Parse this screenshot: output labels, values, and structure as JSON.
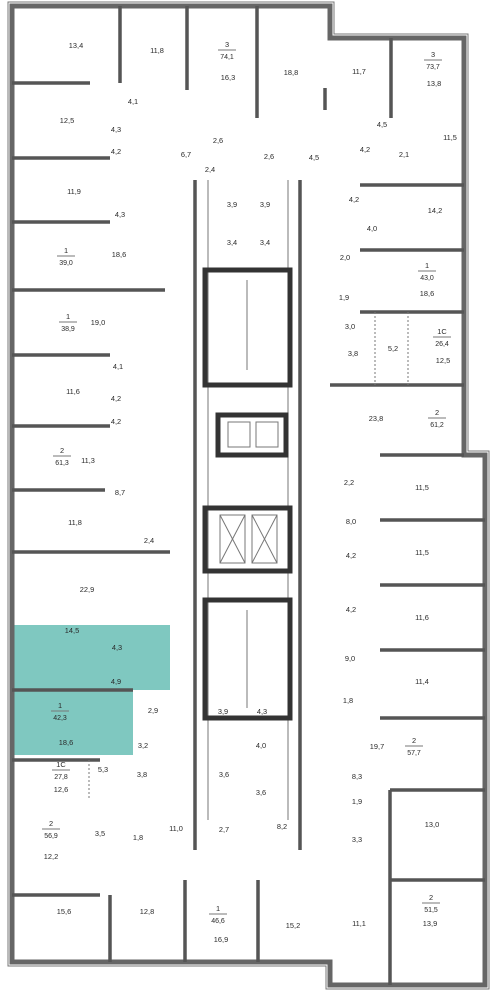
{
  "colors": {
    "highlight": "#7fc8c0",
    "wall": "#555555",
    "text": "#2a2a2a"
  },
  "rooms": [
    {
      "id": "r1",
      "label": "13,4"
    },
    {
      "id": "r2",
      "label": "11,8"
    },
    {
      "id": "r3",
      "label": "16,3"
    },
    {
      "id": "r4",
      "label": "18,8"
    },
    {
      "id": "r5",
      "label": "11,7"
    },
    {
      "id": "r6",
      "label": "13,8"
    },
    {
      "id": "r7",
      "label": "4,1"
    },
    {
      "id": "r8",
      "label": "12,5"
    },
    {
      "id": "r9",
      "label": "4,3"
    },
    {
      "id": "r10",
      "label": "4,2"
    },
    {
      "id": "r11",
      "label": "2,6"
    },
    {
      "id": "r12",
      "label": "6,7"
    },
    {
      "id": "r13",
      "label": "2,4"
    },
    {
      "id": "r14",
      "label": "2,6"
    },
    {
      "id": "r15",
      "label": "4,5"
    },
    {
      "id": "r16",
      "label": "4,5"
    },
    {
      "id": "r17",
      "label": "11,5"
    },
    {
      "id": "r18",
      "label": "4,2"
    },
    {
      "id": "r19",
      "label": "2,1"
    },
    {
      "id": "r20",
      "label": "11,9"
    },
    {
      "id": "r21",
      "label": "4,3"
    },
    {
      "id": "r22",
      "label": "3,9"
    },
    {
      "id": "r23",
      "label": "3,9"
    },
    {
      "id": "r24",
      "label": "4,2"
    },
    {
      "id": "r25",
      "label": "14,2"
    },
    {
      "id": "r26",
      "label": "4,0"
    },
    {
      "id": "r27",
      "label": "3,4"
    },
    {
      "id": "r28",
      "label": "3,4"
    },
    {
      "id": "r29",
      "label": "18,6"
    },
    {
      "id": "r30",
      "label": "2,0"
    },
    {
      "id": "r31",
      "label": "18,6"
    },
    {
      "id": "r32",
      "label": "1,9"
    },
    {
      "id": "r33",
      "label": "19,0"
    },
    {
      "id": "r34",
      "label": "3,0"
    },
    {
      "id": "r35",
      "label": "5,2"
    },
    {
      "id": "r36",
      "label": "3,8"
    },
    {
      "id": "r37",
      "label": "12,5"
    },
    {
      "id": "r38",
      "label": "4,1"
    },
    {
      "id": "r39",
      "label": "11,6"
    },
    {
      "id": "r40",
      "label": "4,2"
    },
    {
      "id": "r41",
      "label": "23,8"
    },
    {
      "id": "r42",
      "label": "4,2"
    },
    {
      "id": "r43",
      "label": "11,3"
    },
    {
      "id": "r44",
      "label": "2,2"
    },
    {
      "id": "r45",
      "label": "8,7"
    },
    {
      "id": "r46",
      "label": "11,5"
    },
    {
      "id": "r47",
      "label": "11,8"
    },
    {
      "id": "r48",
      "label": "8,0"
    },
    {
      "id": "r49",
      "label": "2,4"
    },
    {
      "id": "r50",
      "label": "4,2"
    },
    {
      "id": "r51",
      "label": "11,5"
    },
    {
      "id": "r52",
      "label": "22,9"
    },
    {
      "id": "r53",
      "label": "4,2"
    },
    {
      "id": "r54",
      "label": "11,6"
    },
    {
      "id": "r55",
      "label": "14,5"
    },
    {
      "id": "r56",
      "label": "4,3"
    },
    {
      "id": "r57",
      "label": "9,0"
    },
    {
      "id": "r58",
      "label": "4,9"
    },
    {
      "id": "r59",
      "label": "11,4"
    },
    {
      "id": "r60",
      "label": "1,8"
    },
    {
      "id": "r61",
      "label": "18,6"
    },
    {
      "id": "r62",
      "label": "2,9"
    },
    {
      "id": "r63",
      "label": "3,9"
    },
    {
      "id": "r64",
      "label": "4,3"
    },
    {
      "id": "r65",
      "label": "19,7"
    },
    {
      "id": "r66",
      "label": "4,0"
    },
    {
      "id": "r67",
      "label": "3,2"
    },
    {
      "id": "r68",
      "label": "5,3"
    },
    {
      "id": "r69",
      "label": "3,8"
    },
    {
      "id": "r70",
      "label": "3,6"
    },
    {
      "id": "r71",
      "label": "8,3"
    },
    {
      "id": "r72",
      "label": "12,6"
    },
    {
      "id": "r73",
      "label": "3,6"
    },
    {
      "id": "r74",
      "label": "1,9"
    },
    {
      "id": "r75",
      "label": "13,0"
    },
    {
      "id": "r76",
      "label": "3,5"
    },
    {
      "id": "r77",
      "label": "1,8"
    },
    {
      "id": "r78",
      "label": "11,0"
    },
    {
      "id": "r79",
      "label": "2,7"
    },
    {
      "id": "r80",
      "label": "8,2"
    },
    {
      "id": "r81",
      "label": "3,3"
    },
    {
      "id": "r82",
      "label": "12,2"
    },
    {
      "id": "r83",
      "label": "15,6"
    },
    {
      "id": "r84",
      "label": "12,8"
    },
    {
      "id": "r85",
      "label": "16,9"
    },
    {
      "id": "r86",
      "label": "15,2"
    },
    {
      "id": "r87",
      "label": "11,1"
    },
    {
      "id": "r88",
      "label": "13,9"
    }
  ],
  "apartments": [
    {
      "id": "a1",
      "rooms": "3",
      "area": "74,1"
    },
    {
      "id": "a2",
      "rooms": "3",
      "area": "73,7"
    },
    {
      "id": "a3",
      "rooms": "1",
      "area": "39,0"
    },
    {
      "id": "a4",
      "rooms": "1",
      "area": "43,0"
    },
    {
      "id": "a5",
      "rooms": "1",
      "area": "38,9"
    },
    {
      "id": "a6",
      "rooms": "1С",
      "area": "26,4"
    },
    {
      "id": "a7",
      "rooms": "2",
      "area": "61,2"
    },
    {
      "id": "a8",
      "rooms": "2",
      "area": "61,3"
    },
    {
      "id": "a9",
      "rooms": "1",
      "area": "42,3"
    },
    {
      "id": "a10",
      "rooms": "2",
      "area": "57,7"
    },
    {
      "id": "a11",
      "rooms": "1С",
      "area": "27,8"
    },
    {
      "id": "a12",
      "rooms": "2",
      "area": "56,9"
    },
    {
      "id": "a13",
      "rooms": "2",
      "area": "51,5"
    },
    {
      "id": "a14",
      "rooms": "1",
      "area": "46,6"
    }
  ]
}
